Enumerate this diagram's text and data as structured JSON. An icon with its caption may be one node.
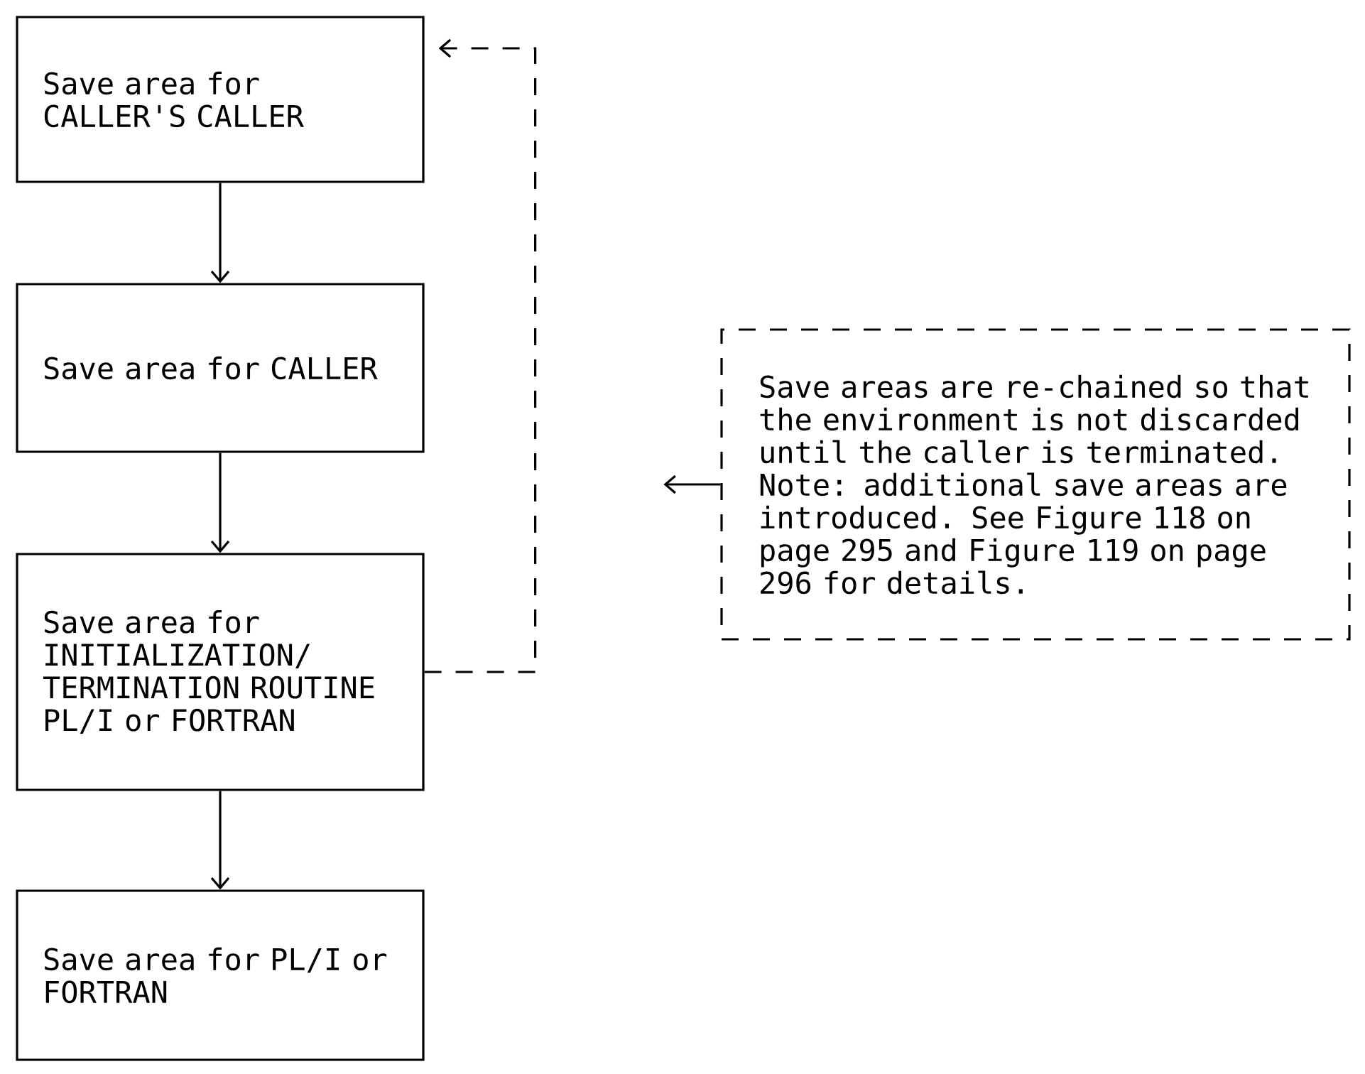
{
  "diagram": {
    "nodes": [
      {
        "text": [
          "Save area for CALLER'S CALLER"
        ]
      },
      {
        "text": [
          "Save area for CALLER"
        ]
      },
      {
        "text": [
          "Save area for INITIALIZATION/ TERMINATION ROUTINE PL/I or FORTRAN"
        ]
      },
      {
        "text": [
          "Save area for PL/I or FORTRAN"
        ]
      },
      {
        "text": [
          "Save areas are re-chained so that the environment is not discarded until the caller is terminated. Note: additional save areas are introduced. See Figure 118 on page 295 and Figure 119 on page 296 for details."
        ]
      }
    ],
    "edges": [
      {
        "from": 0,
        "to": 1,
        "arrow": "to"
      },
      {
        "from": 1,
        "to": 2,
        "arrow": "to"
      },
      {
        "from": 2,
        "to": 3,
        "arrow": "to"
      },
      {
        "from": 2,
        "to": 0,
        "arrow": "to",
        "style": "dashed"
      },
      {
        "from": 4,
        "to": null,
        "arrow": "to"
      }
    ]
  }
}
